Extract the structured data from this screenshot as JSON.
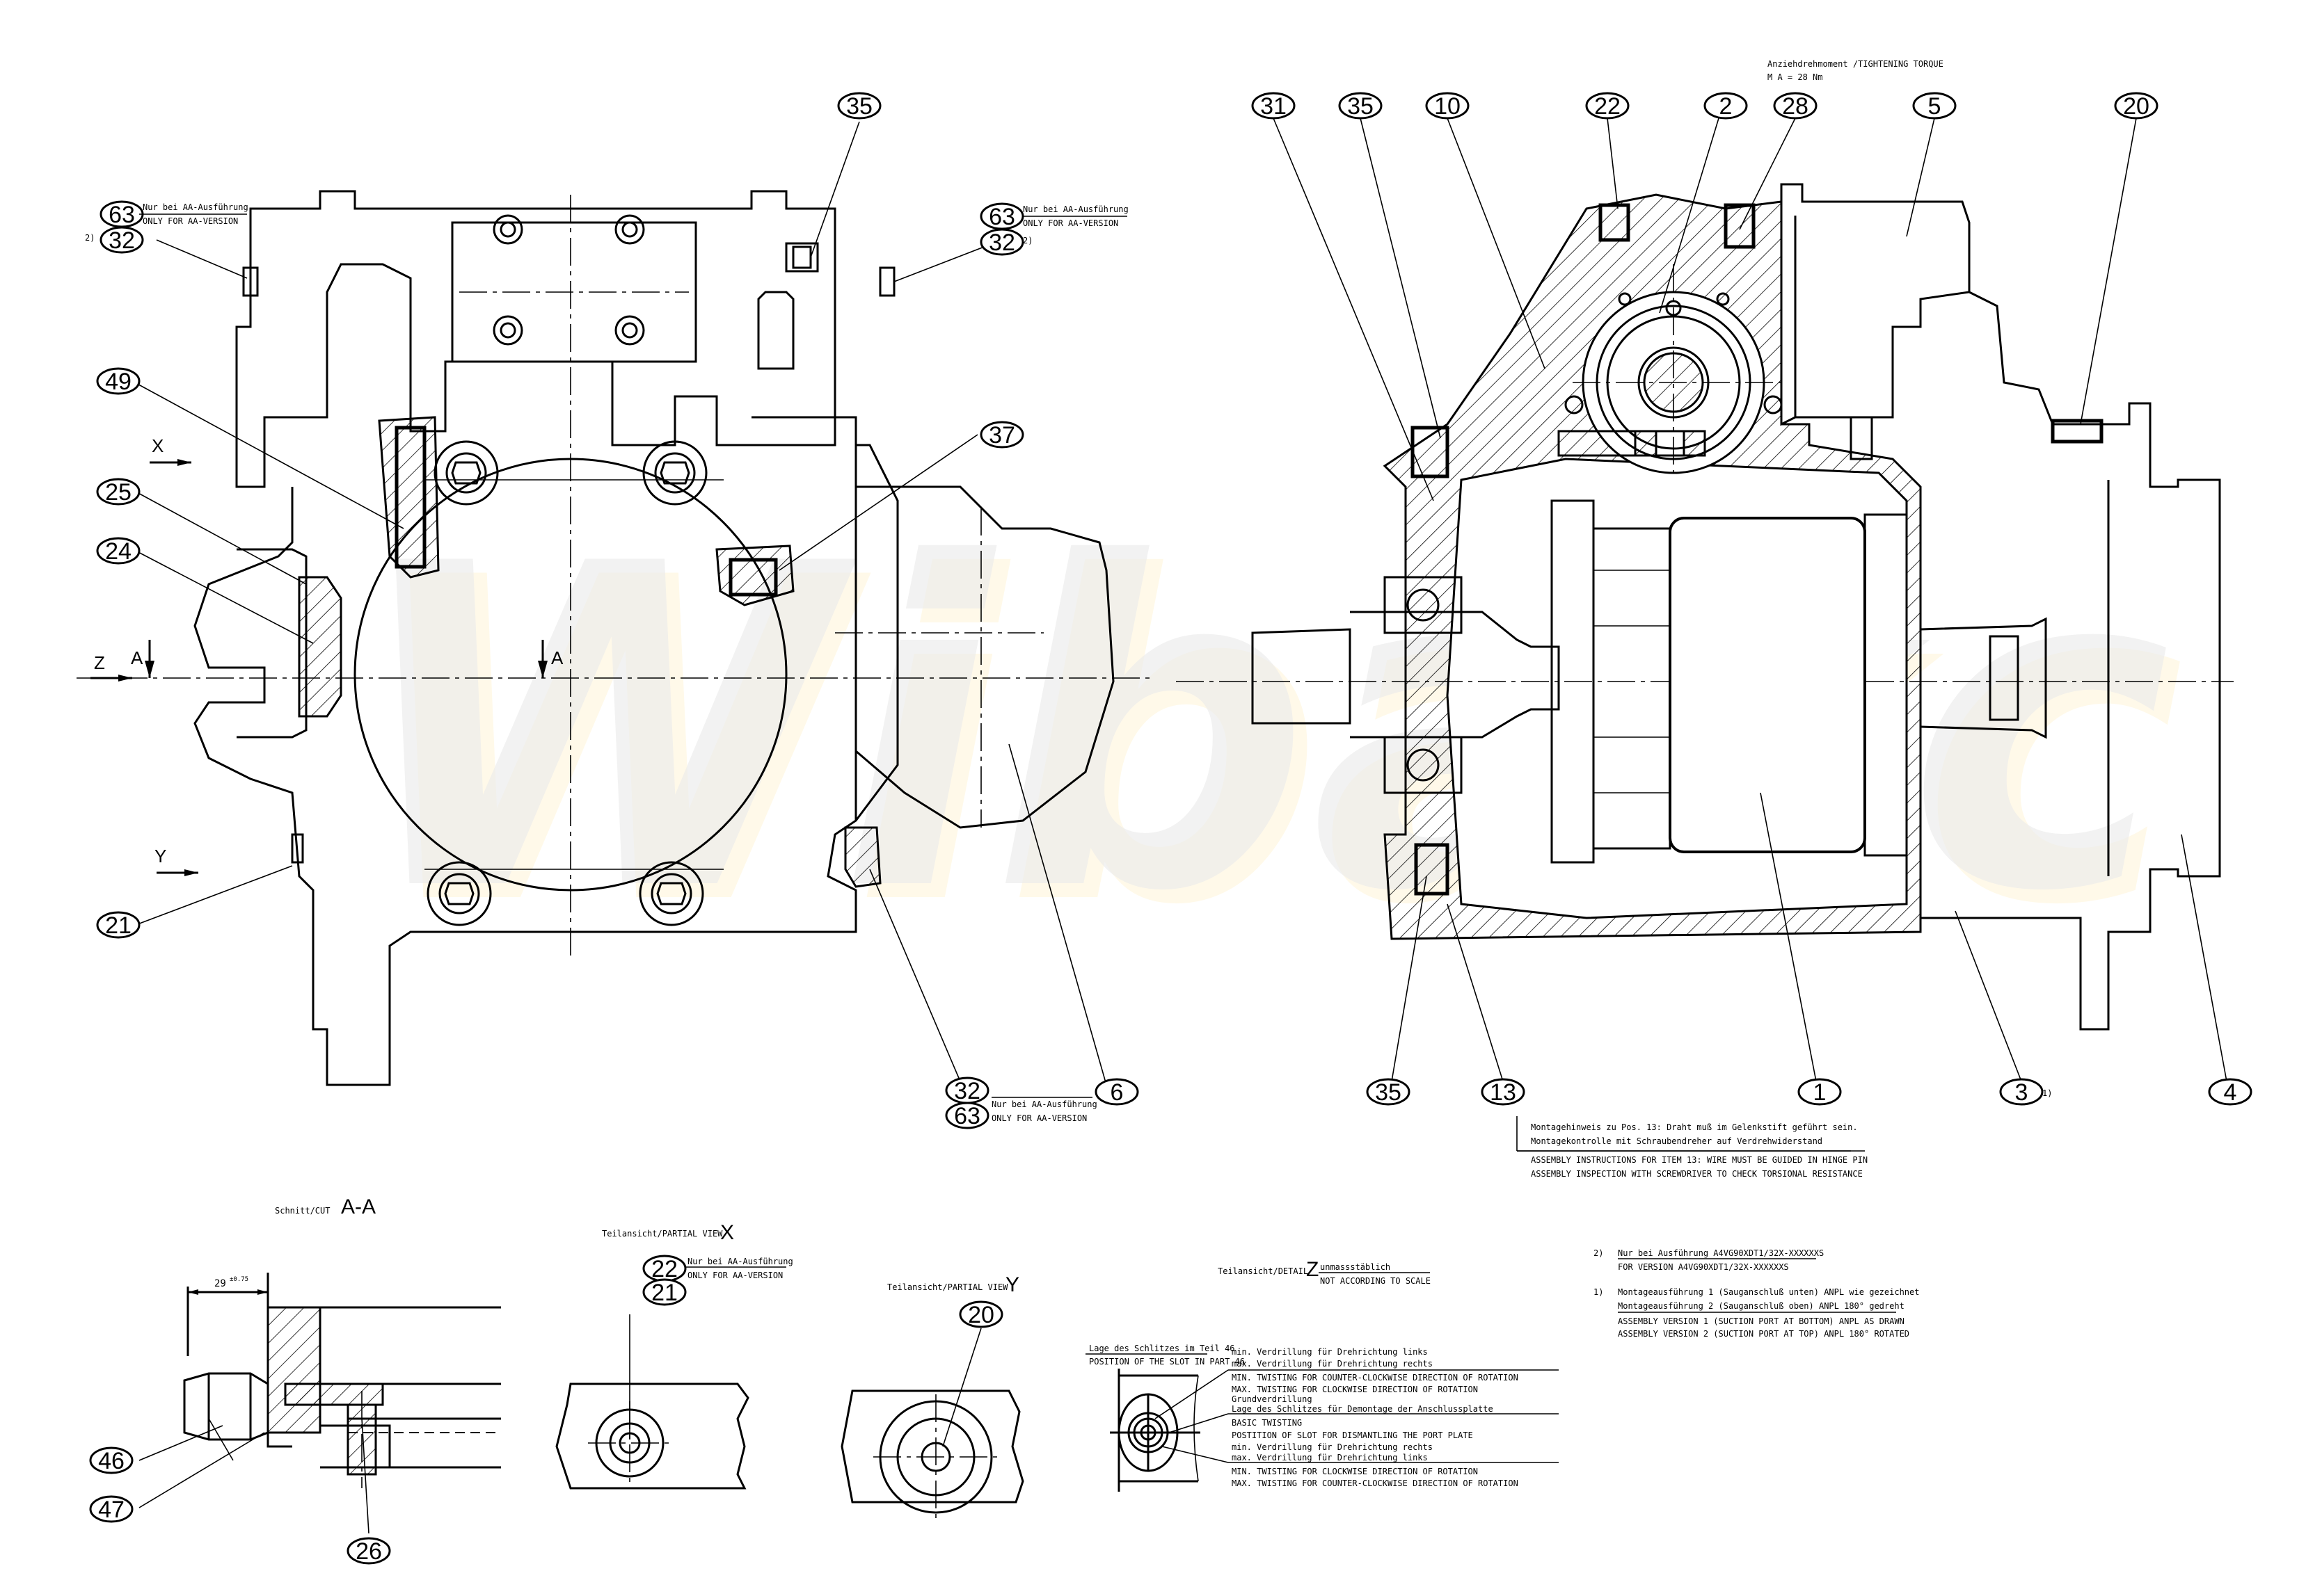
{
  "drawing": {
    "watermark": "Wibakc",
    "top_note": {
      "line1": "Anziehdrehmoment /TIGHTENING TORQUE",
      "line2": "M A = 28 Nm"
    },
    "balloons_main_left": [
      {
        "id": "35"
      },
      {
        "id": "63"
      },
      {
        "id": "32"
      },
      {
        "id": "49"
      },
      {
        "id": "25"
      },
      {
        "id": "24"
      },
      {
        "id": "21"
      },
      {
        "id": "37"
      },
      {
        "id": "63"
      },
      {
        "id": "32"
      },
      {
        "id": "32"
      },
      {
        "id": "63"
      },
      {
        "id": "6"
      }
    ],
    "balloons_main_right": [
      {
        "id": "31"
      },
      {
        "id": "35"
      },
      {
        "id": "10"
      },
      {
        "id": "22"
      },
      {
        "id": "2"
      },
      {
        "id": "28"
      },
      {
        "id": "5"
      },
      {
        "id": "20"
      },
      {
        "id": "35"
      },
      {
        "id": "13"
      },
      {
        "id": "1"
      },
      {
        "id": "3"
      },
      {
        "id": "4"
      }
    ],
    "aa_note": {
      "de": "Nur bei AA-Ausführung",
      "en": "ONLY FOR AA-VERSION"
    },
    "footnote_marker_2": "2)",
    "footnote_marker_1": "1)",
    "view_letters": {
      "x": "X",
      "y": "Y",
      "z": "Z",
      "a": "A"
    },
    "assembly_note": {
      "de1": "Montagehinweis zu Pos. 13: Draht muß im Gelenkstift geführt sein.",
      "de2": "Montagekontrolle mit Schraubendreher auf Verdrehwiderstand",
      "en1": "ASSEMBLY INSTRUCTIONS FOR ITEM 13: WIRE MUST BE GUIDED IN HINGE PIN",
      "en2": "ASSEMBLY INSPECTION WITH SCREWDRIVER TO CHECK TORSIONAL RESISTANCE"
    },
    "footnotes": {
      "n2_marker": "2)",
      "n2_de": "Nur bei Ausführung A4VG90XDT1/32X-XXXXXXS",
      "n2_en": "FOR VERSION A4VG90XDT1/32X-XXXXXXS",
      "n1_marker": "1)",
      "n1_de1": "Montageausführung 1 (Sauganschluß unten) ANPL wie gezeichnet",
      "n1_de2": "Montageausführung 2 (Sauganschluß oben) ANPL 180° gedreht",
      "n1_en1": "ASSEMBLY VERSION 1 (SUCTION PORT AT BOTTOM) ANPL AS DRAWN",
      "n1_en2": "ASSEMBLY VERSION 2 (SUCTION PORT AT TOP) ANPL 180° ROTATED"
    },
    "cut_aa": {
      "label": "Schnitt/CUT",
      "letter": "A-A",
      "dimension": "29",
      "tolerance": "±0.75",
      "balloons": [
        "46",
        "47",
        "26"
      ]
    },
    "partial_x": {
      "label": "Teilansicht/PARTIAL VIEW",
      "letter": "X",
      "balloons": [
        "22",
        "21"
      ]
    },
    "partial_y": {
      "label": "Teilansicht/PARTIAL VIEW",
      "letter": "Y",
      "balloons": [
        "20"
      ]
    },
    "detail_z": {
      "label": "Teilansicht/DETAIL",
      "letter": "Z",
      "scale_de": "unmassstäblich",
      "scale_en": "NOT ACCORDING TO SCALE",
      "slot_de": "Lage des Schlitzes im Teil 46",
      "slot_en": "POSITION OF THE SLOT IN PART 46",
      "g1_de1": "min. Verdrillung für Drehrichtung links",
      "g1_de2": "max. Verdrillung für Drehrichtung rechts",
      "g1_en1": "MIN. TWISTING FOR COUNTER-CLOCKWISE DIRECTION OF ROTATION",
      "g1_en2": "MAX. TWISTING FOR CLOCKWISE DIRECTION OF ROTATION",
      "g2_de1": "Grundverdrillung",
      "g2_de2": "Lage des Schlitzes für Demontage der Anschlussplatte",
      "g2_en1": "BASIC TWISTING",
      "g2_en2": "POSTITION OF SLOT FOR DISMANTLING THE PORT PLATE",
      "g3_de1": "min. Verdrillung für Drehrichtung rechts",
      "g3_de2": "max. Verdrillung für Drehrichtung links",
      "g3_en1": "MIN. TWISTING FOR CLOCKWISE DIRECTION OF ROTATION",
      "g3_en2": "MAX. TWISTING FOR COUNTER-CLOCKWISE DIRECTION OF ROTATION"
    }
  }
}
